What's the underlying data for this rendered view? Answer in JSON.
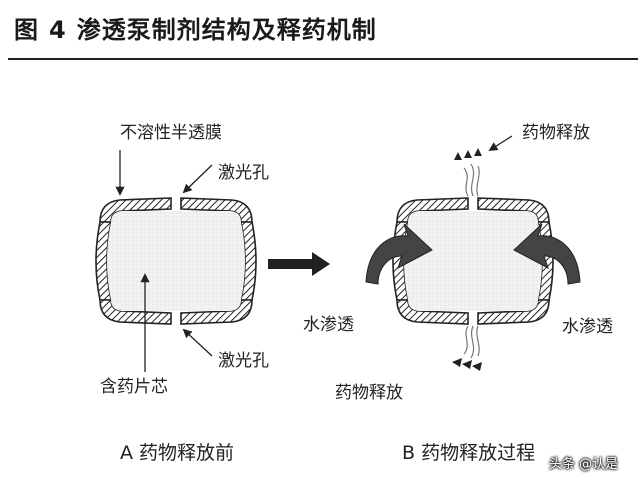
{
  "title": {
    "prefix": "图",
    "number": "4",
    "text": "渗透泵制剂结构及释药机制"
  },
  "labels": {
    "membrane": "不溶性半透膜",
    "laser_hole_top": "激光孔",
    "laser_hole_bottom": "激光孔",
    "drug_core": "含药片芯",
    "water_in_left": "水渗透",
    "water_in_right": "水渗透",
    "release_top": "药物释放",
    "release_bottom": "药物释放"
  },
  "captions": {
    "a": "A  药物释放前",
    "b": "B  药物释放过程"
  },
  "watermark": "头条 @认是"
}
